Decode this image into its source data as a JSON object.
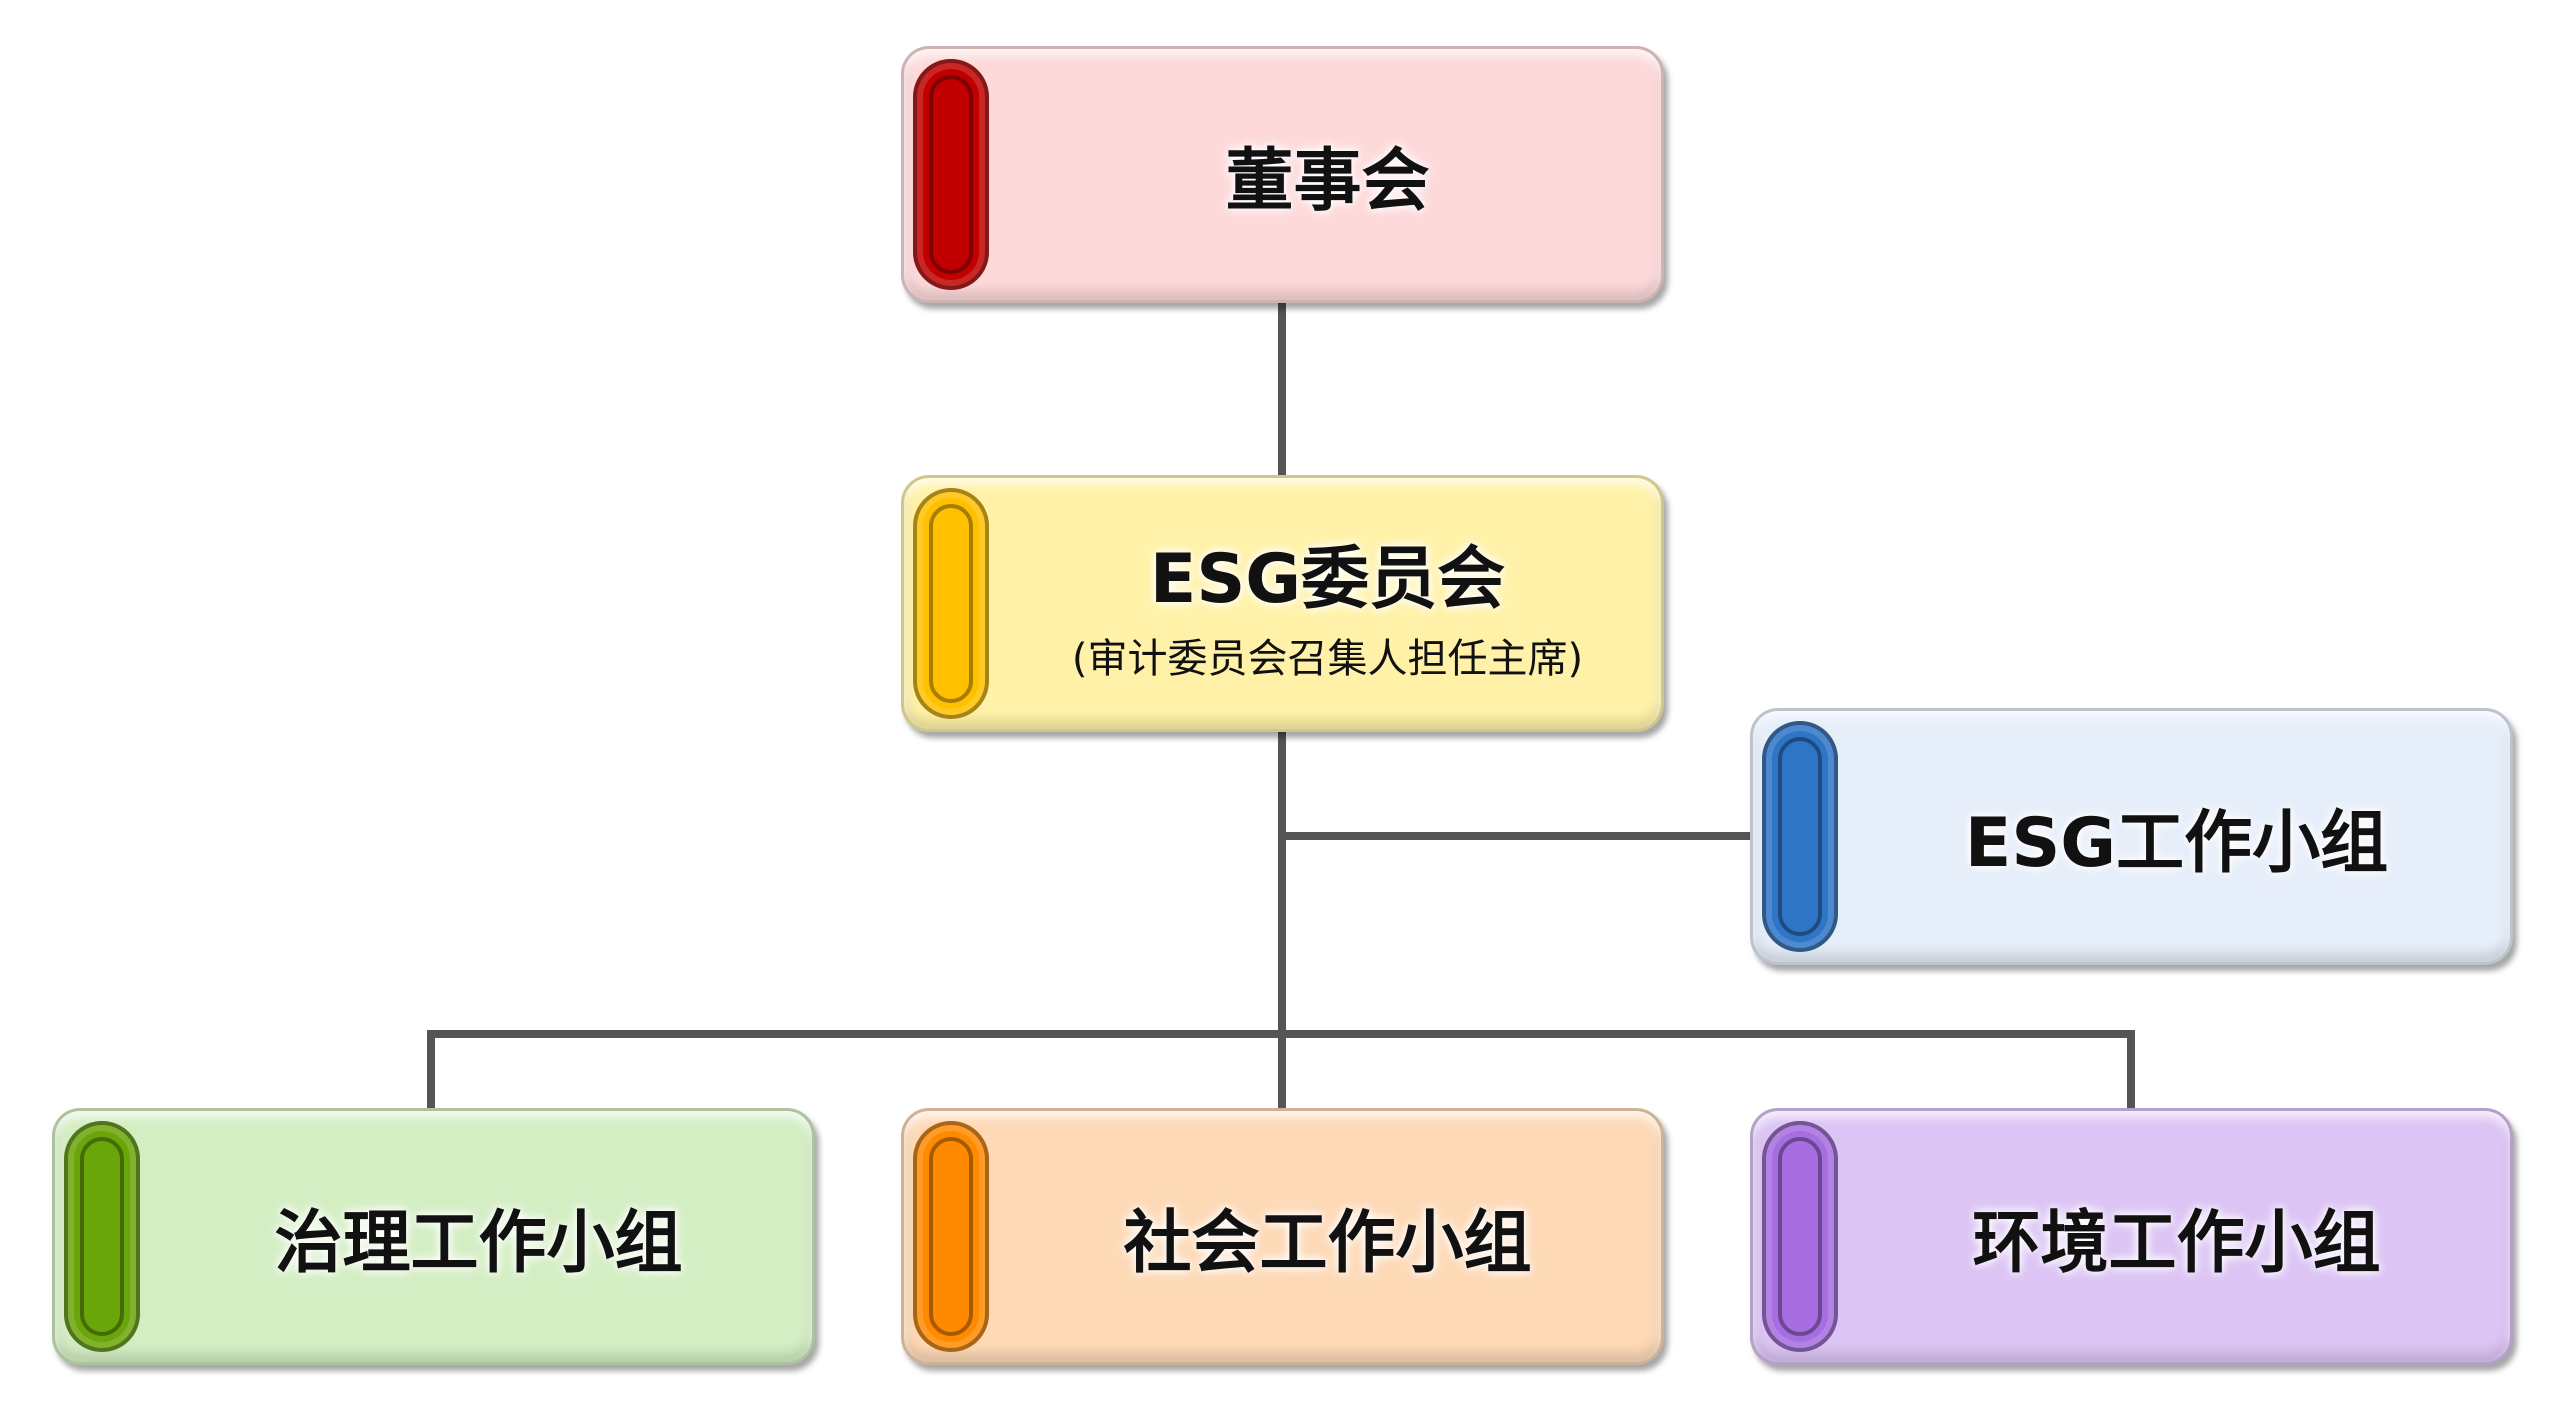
{
  "nodes": {
    "board": {
      "title": "董事会",
      "fill": "#fdd9da",
      "accent": "#c00000"
    },
    "esg_committee": {
      "title": "ESG委员会",
      "subtitle": "(审计委员会召集人担任主席)",
      "fill": "#fff2a8",
      "accent": "#ffc000"
    },
    "esg_working_group": {
      "title": "ESG工作小组",
      "fill": "#e6eefa",
      "accent": "#2e75c6"
    },
    "governance_group": {
      "title": "治理工作小组",
      "fill": "#d4eec4",
      "accent": "#6aa50a"
    },
    "social_group": {
      "title": "社会工作小组",
      "fill": "#fdd9b6",
      "accent": "#ff8a00"
    },
    "environment_group": {
      "title": "环境工作小组",
      "fill": "#dcc4f4",
      "accent": "#a66ee0"
    }
  }
}
